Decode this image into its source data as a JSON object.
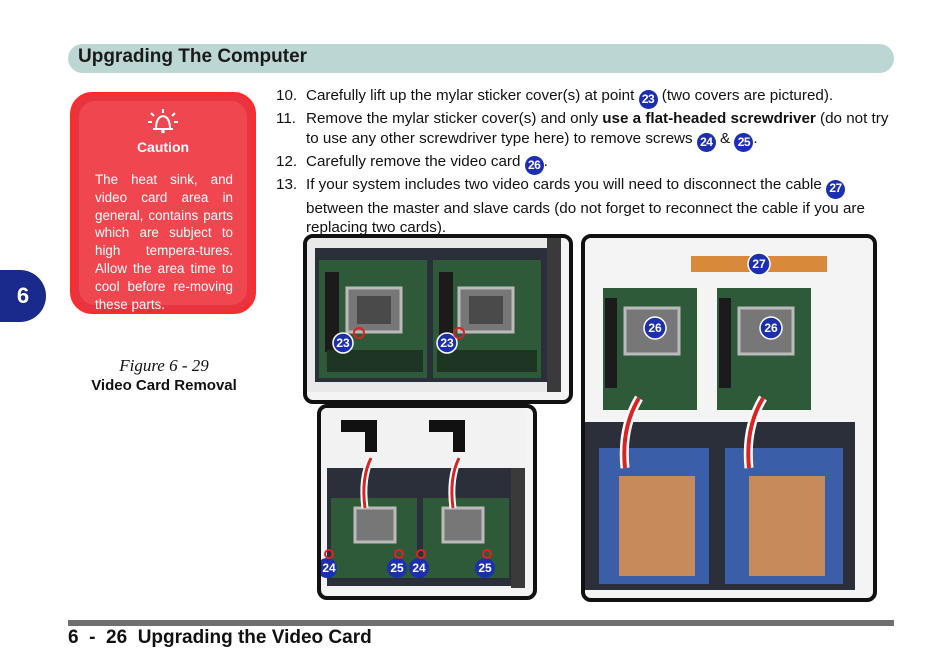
{
  "header": {
    "title": "Upgrading The Computer"
  },
  "chapter_tab": {
    "number": "6"
  },
  "caution": {
    "label": "Caution",
    "icon": "caution-bell-icon",
    "text": "The heat sink, and video card area in general, contains parts which are subject to high tempera-tures. Allow the area time to cool before re-moving these parts."
  },
  "figure": {
    "number": "Figure 6 - 29",
    "caption": "Video Card Removal"
  },
  "steps": [
    {
      "num": "10.",
      "parts": [
        {
          "t": "Carefully lift up the mylar sticker cover(s) at point "
        },
        {
          "badge": "23"
        },
        {
          "t": " (two covers are pictured)."
        }
      ]
    },
    {
      "num": "11.",
      "parts": [
        {
          "t": "Remove the mylar sticker cover(s) and only "
        },
        {
          "b": "use a flat-headed screwdriver"
        },
        {
          "t": " (do not try to use any other screwdriver type here) to remove screws "
        },
        {
          "badge": "24"
        },
        {
          "t": " & "
        },
        {
          "badge": "25"
        },
        {
          "t": "."
        }
      ]
    },
    {
      "num": "12.",
      "parts": [
        {
          "t": "Carefully remove the video card "
        },
        {
          "badge": "26"
        },
        {
          "t": "."
        }
      ]
    },
    {
      "num": "13.",
      "parts": [
        {
          "t": "If your system includes two video cards you will need to disconnect the cable "
        },
        {
          "badge": "27"
        },
        {
          "t": " between the master and slave cards (do not forget to reconnect the cable if you are replacing two cards)."
        }
      ]
    }
  ],
  "photo_labels": {
    "top_left": [
      "23",
      "23"
    ],
    "bottom_left": [
      "24",
      "25",
      "24",
      "25"
    ],
    "right": [
      "27",
      "26",
      "26"
    ]
  },
  "colors": {
    "badge": "#1c2fb0",
    "caution": "#e8343e",
    "header": "#bcd7d3",
    "tab": "#1a2a8c"
  },
  "footer": {
    "text": "6  -  26  Upgrading the Video Card"
  }
}
